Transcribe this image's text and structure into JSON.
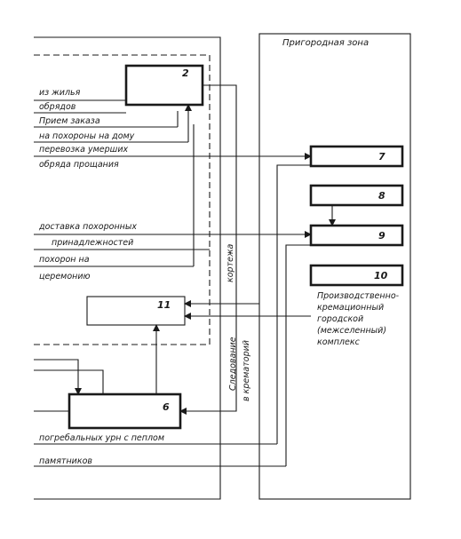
{
  "zone_title": "Пригородная зона",
  "boxes": {
    "b2": "2",
    "b6": "6",
    "b7": "7",
    "b8": "8",
    "b9": "9",
    "b10": "10",
    "b11": "11"
  },
  "labels": {
    "l1": "из жилья",
    "l2": "обрядов",
    "l3": "Прием заказа",
    "l4": "на похороны на дому",
    "l5": "перевозка умерших",
    "l6": "обряда прощания",
    "l7": "доставка похоронных",
    "l8": "принадлежностей",
    "l9": "похорон на",
    "l10": "церемонию",
    "l11": "погребальных урн с пеплом",
    "l12": "памятников"
  },
  "vertical_labels": {
    "cortege": "кортежа",
    "follow1": "Следование",
    "follow2": "в крематорий"
  },
  "complex_lines": [
    "Производственно-",
    "кремационный",
    "городской",
    "(межселенный)",
    "комплекс"
  ]
}
